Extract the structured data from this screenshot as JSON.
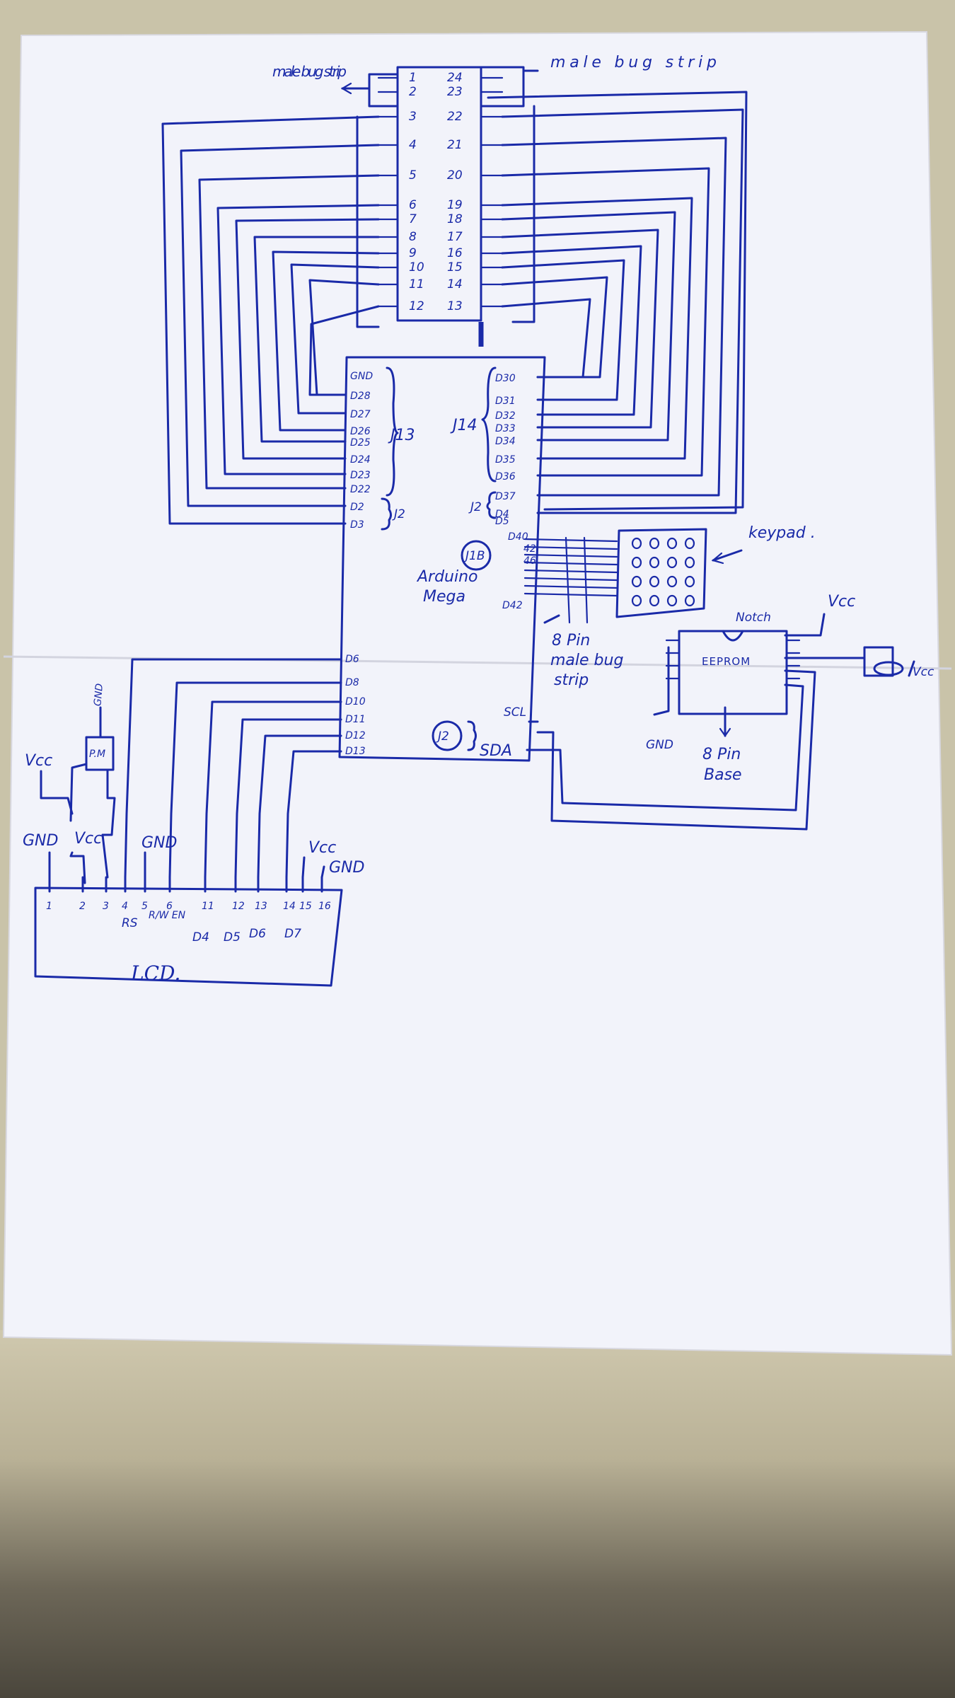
{
  "connector": {
    "left_label": "male bug strip",
    "right_label": "male bug strip",
    "left_pins": [
      "1",
      "2",
      "3",
      "4",
      "5",
      "6",
      "7",
      "8",
      "9",
      "10",
      "11",
      "12"
    ],
    "right_pins": [
      "24",
      "23",
      "22",
      "21",
      "20",
      "19",
      "18",
      "17",
      "16",
      "15",
      "14",
      "13"
    ]
  },
  "arduino": {
    "label_line1": "Arduino",
    "label_line2": "Mega",
    "j1b": "J1B",
    "left_pins_top": [
      "GND",
      "D28",
      "D27",
      "D26",
      "D25",
      "D24",
      "D23",
      "D22",
      "D2",
      "D3"
    ],
    "j13": "J13",
    "j2_left": "J2",
    "right_pins_top": [
      "D30",
      "D31",
      "D32",
      "D33",
      "D34",
      "D35",
      "D36",
      "D37",
      "D4",
      "D5"
    ],
    "j14": "J14",
    "j2_right": "J2",
    "left_pins_bottom": [
      "D6",
      "D8",
      "D10",
      "D11",
      "D12",
      "D13"
    ],
    "i2c_label": "J2",
    "scl": "SCL",
    "sda": "SDA",
    "keypad_pins_top": "D40",
    "keypad_pins_mid1": "42",
    "keypad_pins_mid2": "46",
    "keypad_pins_bottom": "D42"
  },
  "keypad": {
    "label": "keypad ."
  },
  "strip8": {
    "line1": "8 Pin",
    "line2": "male bug",
    "line3": "strip"
  },
  "eeprom": {
    "notch": "Notch",
    "label": "EEPROM",
    "vcc": "Vcc",
    "gnd": "GND",
    "base1": "8 Pin",
    "base2": "Base",
    "res_vcc": "Vcc"
  },
  "pot": {
    "label": "P.M",
    "gnd": "GND",
    "vcc_left": "Vcc",
    "vcc_bottom": "Vcc"
  },
  "lcd": {
    "label": "LCD.",
    "gnd1": "GND",
    "gnd2": "GND",
    "vcc": "Vcc",
    "gnd3": "GND",
    "pins": [
      "1",
      "2",
      "3",
      "4",
      "5",
      "6",
      "11",
      "12",
      "13",
      "14",
      "15",
      "16"
    ],
    "rs": "RS",
    "rw_en": "R/W EN",
    "d4": "D4",
    "d5": "D5",
    "d6": "D6",
    "d7": "D7"
  }
}
